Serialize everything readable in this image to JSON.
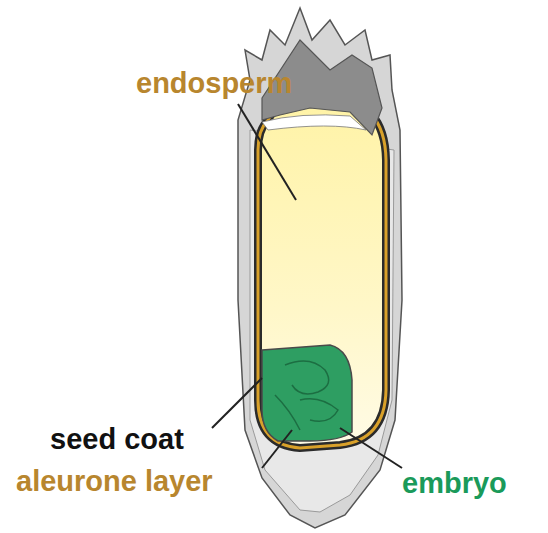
{
  "diagram": {
    "labels": [
      "endosperm",
      "seed coat",
      "aleurone layer",
      "embryo"
    ]
  }
}
